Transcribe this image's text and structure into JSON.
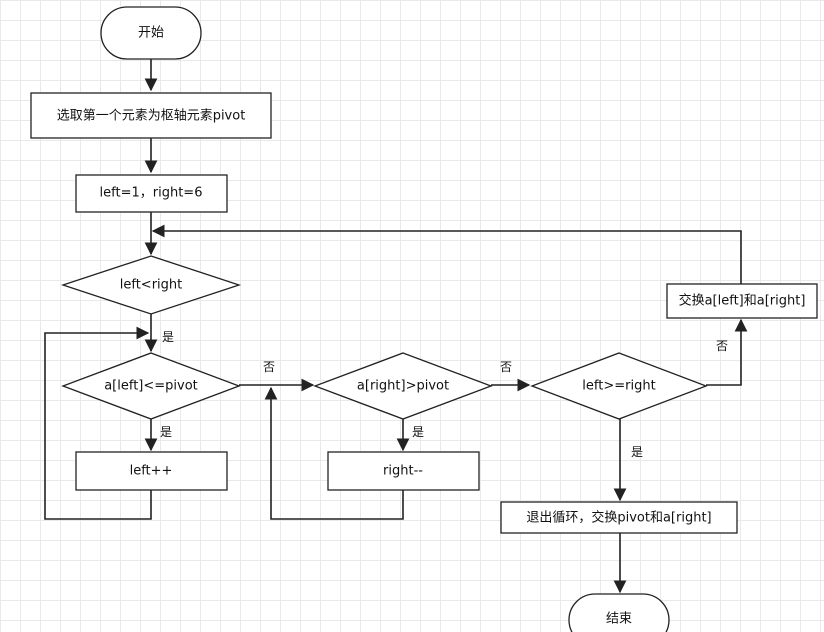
{
  "nodes": {
    "start": "开始",
    "select_pivot": "选取第一个元素为枢轴元素pivot",
    "init": "left=1，right=6",
    "cond_lr": "left<right",
    "cond_left_le": "a[left]<=pivot",
    "left_inc": "left++",
    "cond_right_gt": "a[right]>pivot",
    "right_dec": "right--",
    "cond_ge": "left>=right",
    "swap": "交换a[left]和a[right]",
    "exit": "退出循环，交换pivot和a[right]",
    "end": "结束"
  },
  "edges": {
    "yes_lr": "是",
    "yes_left_le": "是",
    "no_left_le": "否",
    "yes_right_gt": "是",
    "no_right_gt": "否",
    "yes_ge": "是",
    "no_ge": "否"
  }
}
